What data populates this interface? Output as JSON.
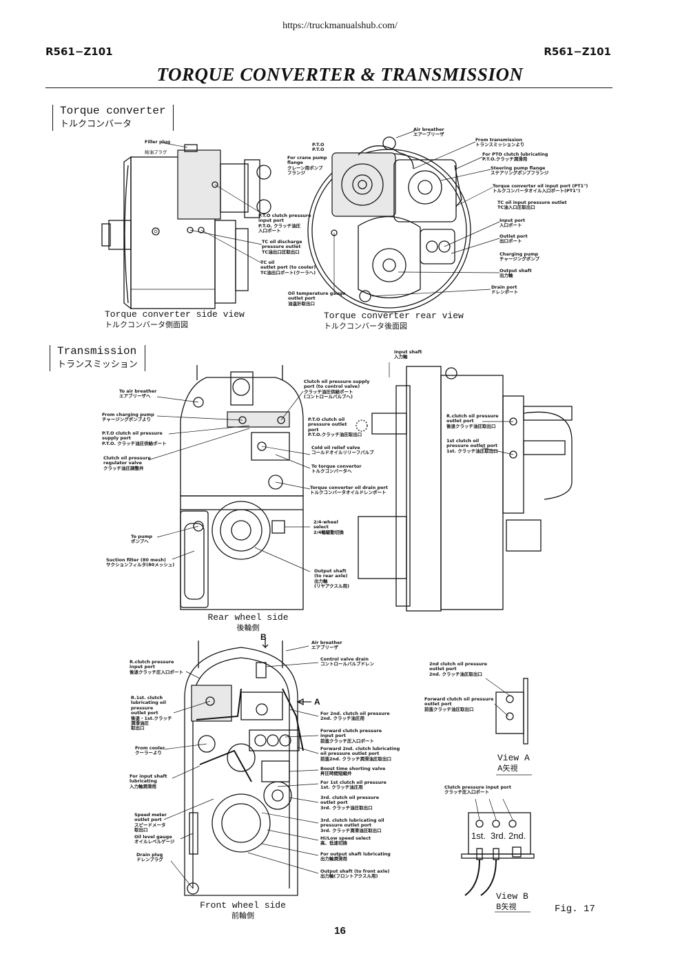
{
  "header": {
    "url": "https://truckmanualshub.com/",
    "code_left": "R561−Z101",
    "code_right": "R561−Z101",
    "title": "TORQUE CONVERTER & TRANSMISSION"
  },
  "sections": {
    "torque_converter": {
      "title": "Torque converter",
      "title_jp": "トルクコンバータ"
    },
    "transmission": {
      "title": "Transmission",
      "title_jp": "トランスミッション"
    }
  },
  "captions": {
    "tc_side": {
      "en": "Torque converter side view",
      "jp": "トルクコンバータ側面図"
    },
    "tc_rear": {
      "en": "Torque converter rear view",
      "jp": "トルクコンバータ後面図"
    },
    "rear_wheel": {
      "en": "Rear wheel side",
      "jp": "後輪側"
    },
    "front_wheel": {
      "en": "Front wheel side",
      "jp": "前輪側"
    },
    "view_a": {
      "en": "View A",
      "jp": "A矢視"
    },
    "view_b": {
      "en": "View B",
      "jp": "B矢視"
    },
    "fig": "Fig. 17"
  },
  "labels": {
    "filler_plug": {
      "en": "Filler plug",
      "jp": "給油プラグ"
    },
    "pto_clutch_input": {
      "en": "P.T.O clutch pressure\ninput port\nP.T.O. クラッチ油圧\n入口ポート"
    },
    "tc_oil_discharge": {
      "en": "TC oil discharge\npressure outlet\nTC油出口圧取出口"
    },
    "tc_oil_outlet": {
      "en": "TC oil\noutlet port (to cooler)\nTC油出口ポート(クーラへ)"
    },
    "pto": {
      "en": "P.T.O\nP.T.O"
    },
    "crane_pump": {
      "en": "For crane pump\nflange\nクレーン用ポンプ\nフランジ"
    },
    "air_breather_1": {
      "en": "Air breather\nエアーブリーザ"
    },
    "from_transmission": {
      "en": "From transmission\nトランスミッションより"
    },
    "pto_lub": {
      "en": "For PTO clutch lubricating\nP.T.O.クラッチ潤滑用"
    },
    "steering_pump": {
      "en": "Steering pump flange\nステアリングポンプフランジ"
    },
    "tc_input_pt1": {
      "en": "Torque converter oil input port (PT1\")\nトルクコンバータオイル入口ポート(PT1\")"
    },
    "tc_input_outlet": {
      "en": "TC oil input pressure outlet\nTC油入口圧取出口"
    },
    "input_port": {
      "en": "Input port\n入口ポート"
    },
    "outlet_port": {
      "en": "Outlet port\n出口ポート"
    },
    "charging_pump_1": {
      "en": "Charging pump\nチャージングポンプ"
    },
    "output_shaft_1": {
      "en": "Output shaft\n出力軸"
    },
    "drain_port": {
      "en": "Drain port\nドレンポート"
    },
    "oil_temp_gauge": {
      "en": "Oil temperature gauge\noutlet port\n油温計取出口"
    },
    "to_air_breather": {
      "en": "To air breather\nエアブリーザへ"
    },
    "from_charging_pump": {
      "en": "From charging pump\nチャージングポンプより"
    },
    "pto_clutch_supply": {
      "en": "P.T.O clutch oil pressure\nsupply port\nP.T.O. クラッチ油圧供給ポート"
    },
    "clutch_reg_valve": {
      "en": "Clutch oil pressure\nregulator valve\nクラッチ油圧調整弁"
    },
    "to_pump": {
      "en": "To pump\nポンプへ"
    },
    "suction_filter": {
      "en": "Suction filter (80 mesh)\nサクションフィルタ(80メッシュ)"
    },
    "clutch_supply_port": {
      "en": "Clutch oil pressure supply\nport (to control valve)\nクラッチ油圧供給ポート\n(コントロールバルブへ)"
    },
    "pto_clutch_outlet": {
      "en": "P.T.O clutch oil\npressure outlet\nport\nP.T.O.クラッチ油圧取出口"
    },
    "cold_oil_relief": {
      "en": "Cold oil relief valve\nコールドオイルリリーフバルブ"
    },
    "to_tc": {
      "en": "To torque convertor\nトルクコンバータへ"
    },
    "tc_drain_port": {
      "en": "Torque converter oil drain port\nトルクコンバータオイルドレンポート"
    },
    "wheel_select": {
      "en": "2/4-wheel\nselect\n2/4輪駆動切換"
    },
    "output_rear": {
      "en": "Output shaft\n(to rear axle)\n出力軸\n(リヤアクスル用)"
    },
    "input_shaft": {
      "en": "Input shaft\n入力軸"
    },
    "r_clutch_outlet": {
      "en": "R.clutch oil pressure\noutlet port\n後退クラッチ油圧取出口"
    },
    "first_clutch_outlet": {
      "en": "1st clutch oil\npressure outlet port\n1st. クラッチ油圧取出口"
    },
    "air_breather_2": {
      "en": "Air breather\nエアブリーザ"
    },
    "control_valve_drain": {
      "en": "Control valve drain\nコントロールバルブドレン"
    },
    "r_clutch_input": {
      "en": "R.clutch pressure\ninput port\n後退クラッチ圧入口ポート"
    },
    "r_1st_lub": {
      "en": "R.1st. clutch\nlubricating oil\npressure\noutlet port\n後退・1st.クラッチ\n潤滑油圧\n取出口"
    },
    "from_cooler": {
      "en": "From cooler\nクーラーより"
    },
    "input_shaft_lub": {
      "en": "For input shaft\nlubricating\n入力軸潤滑用"
    },
    "speed_meter": {
      "en": "Speed meter\noutlet port\nスピードメータ\n取出口"
    },
    "oil_level_gauge": {
      "en": "Oil level gauge\nオイルレベルゲージ"
    },
    "drain_plug": {
      "en": "Drain plug\nドレンプラグ"
    },
    "second_clutch": {
      "en": "For 2nd. clutch oil pressure\n2nd. クラッチ油圧用"
    },
    "forward_clutch": {
      "en": "Forward clutch pressure\ninput port\n前進クラッチ圧入口ポート"
    },
    "fwd_2nd_lub": {
      "en": "Forward 2nd. clutch lubricating\noil pressure outlet port\n前進2nd. クラッチ潤滑油圧取出口"
    },
    "boost_valve": {
      "en": "Boost time shorting valve\n昇圧時間短縮弁"
    },
    "first_clutch_oil": {
      "en": "For 1st clutch oil pressure\n1st. クラッチ油圧用"
    },
    "third_clutch_outlet": {
      "en": "3rd. clutch oil pressure\noutlet port\n3rd. クラッチ油圧取出口"
    },
    "third_clutch_lub": {
      "en": "3rd. clutch lubricating oil\npressure outlet port\n3rd. クラッチ潤滑油圧取出口"
    },
    "hi_low": {
      "en": "Hi/Low speed select\n高、低速切換"
    },
    "output_shaft_lub": {
      "en": "For output shaft lubricating\n出力軸潤滑用"
    },
    "output_front": {
      "en": "Output shaft (to front axle)\n出力軸(フロントアクスル用)"
    },
    "second_clutch_outlet": {
      "en": "2nd clutch oil pressure\noutlet port\n2nd. クラッチ油圧取出口"
    },
    "forward_clutch_outlet": {
      "en": "Forward clutch oil pressure\noutlet port\n前進クラッチ油圧取出口"
    },
    "clutch_pressure_input": {
      "en": "Clutch pressure input port\nクラッチ圧入口ポート"
    },
    "view_b_1st": "1st.",
    "view_b_3rd": "3rd.",
    "view_b_2nd": "2nd.",
    "arrow_a": "A",
    "arrow_b": "B"
  },
  "page_number": "16"
}
